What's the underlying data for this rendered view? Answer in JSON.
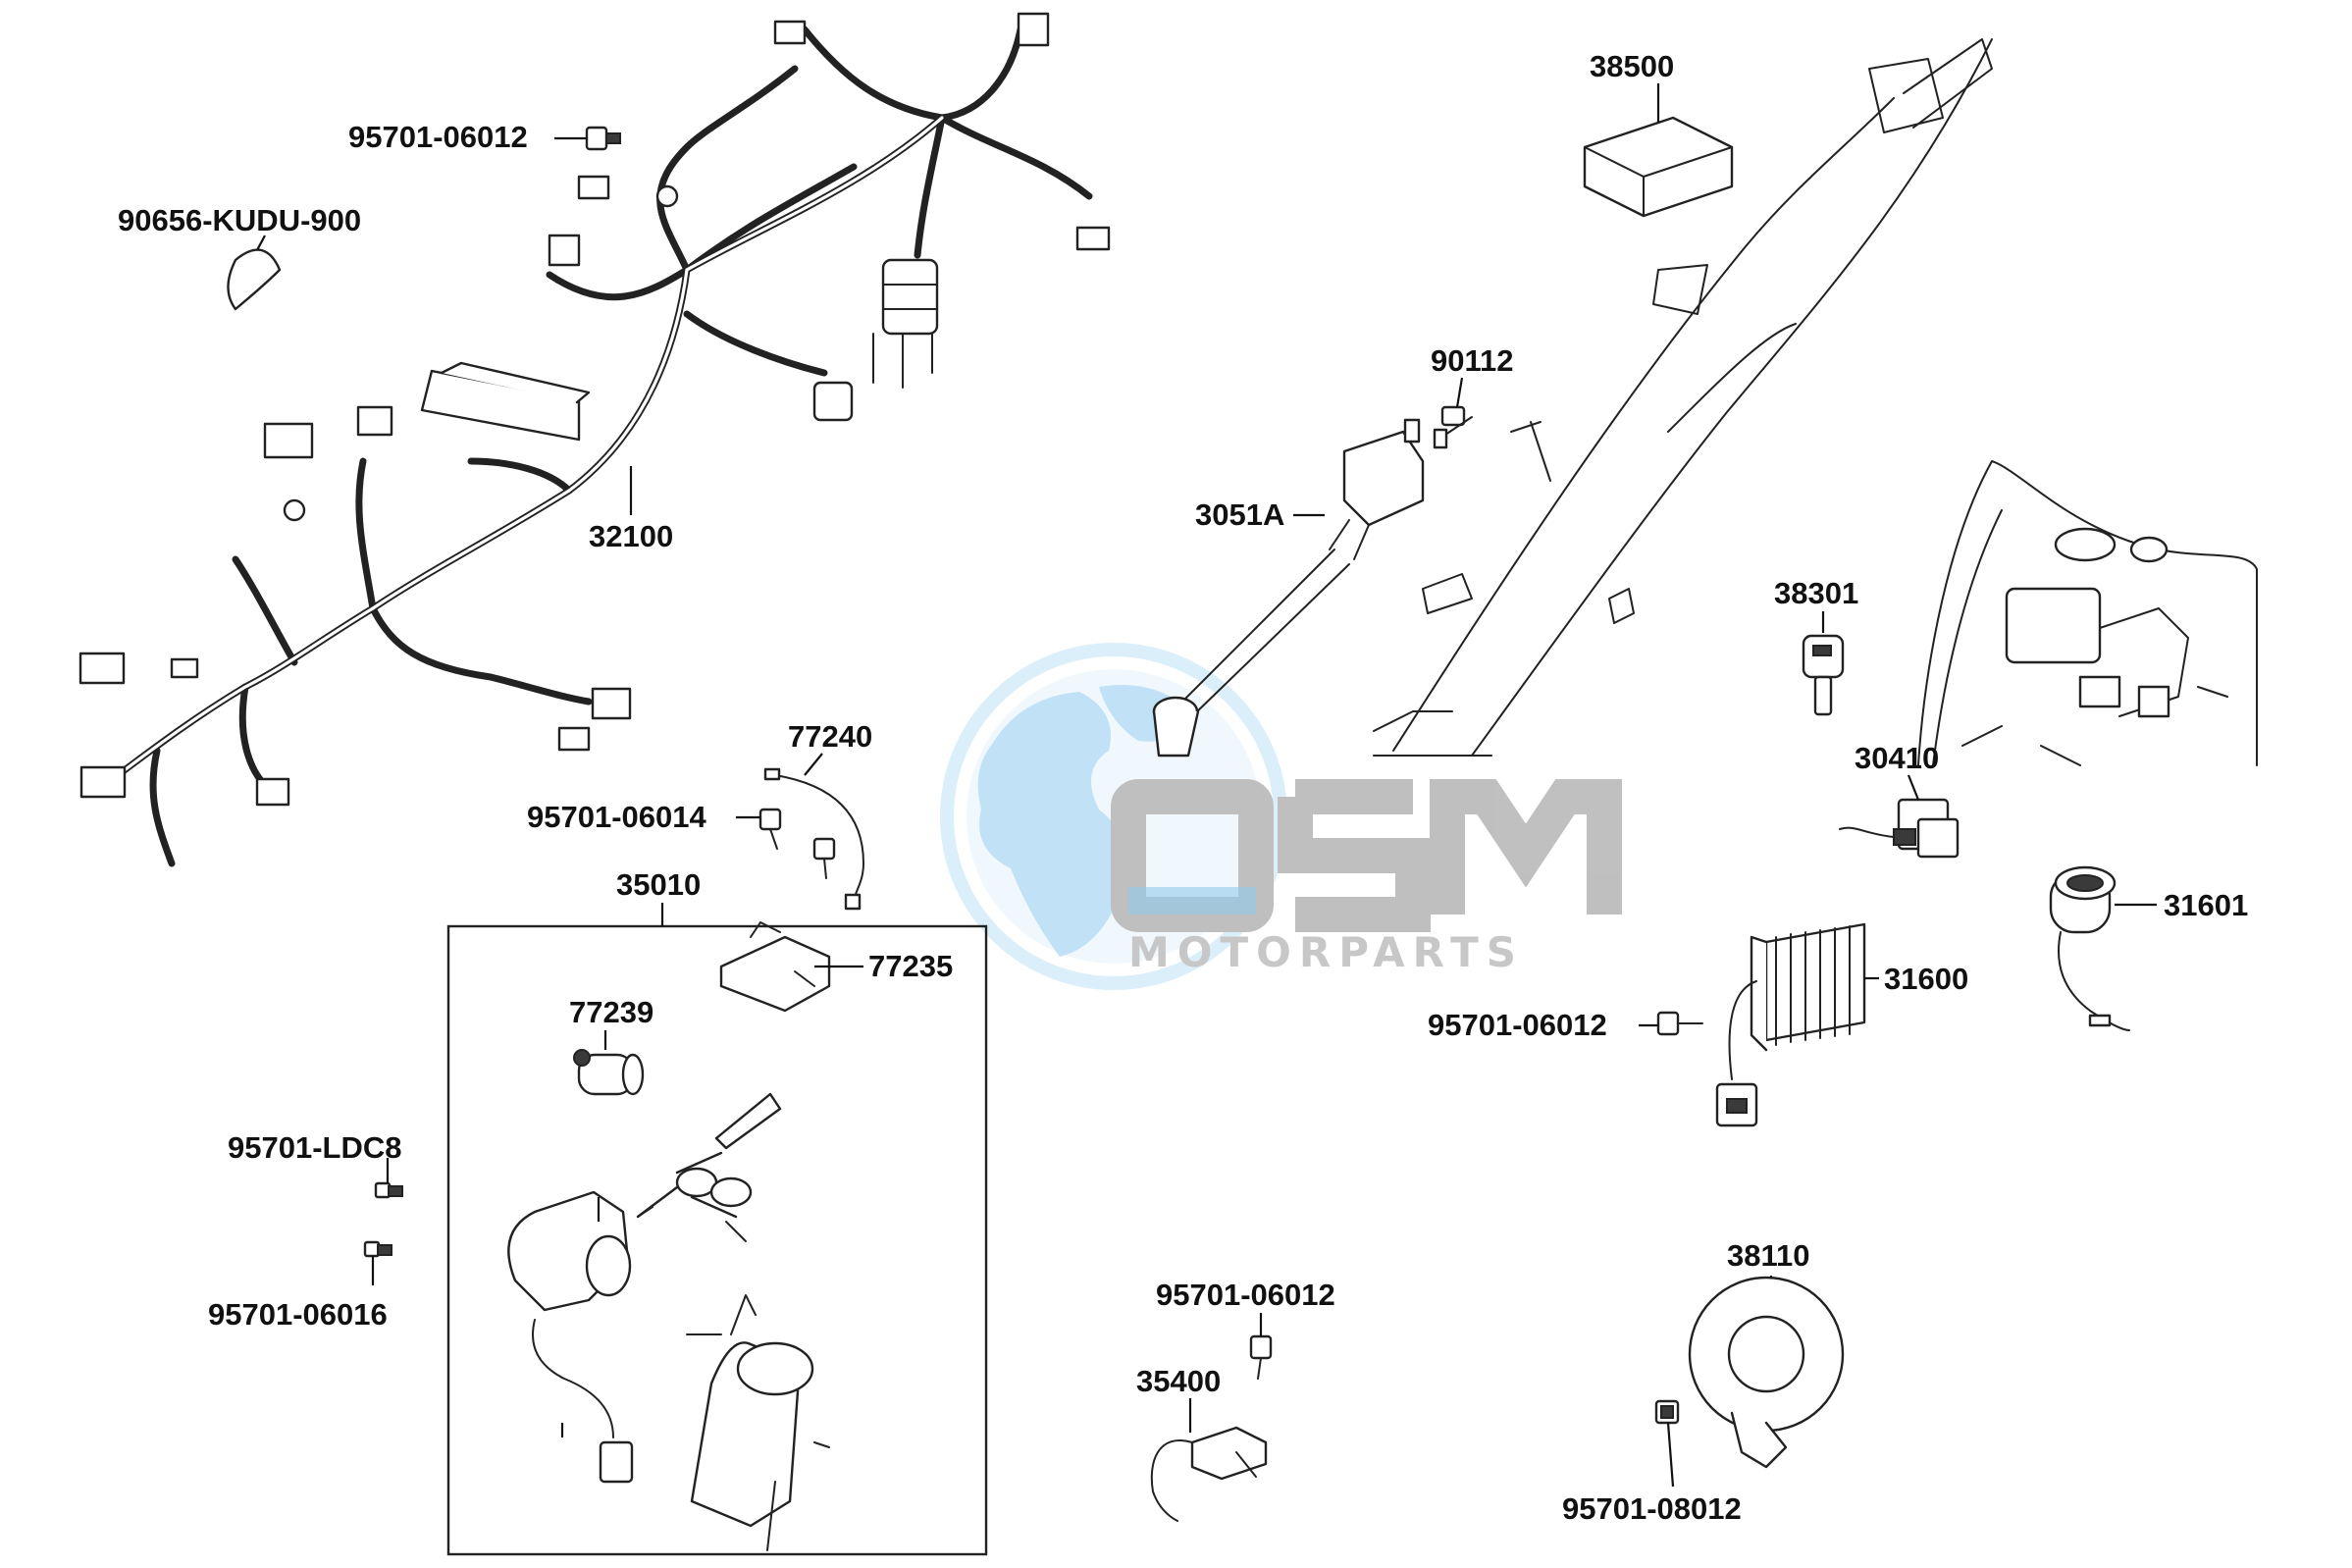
{
  "watermark": {
    "brand": "OSM",
    "tagline": "MOTORPARTS",
    "color_primary": "#3aa0e0",
    "color_light": "#b8def5",
    "color_text": "#9a9a9a"
  },
  "callouts": [
    {
      "id": "c95701-06012-a",
      "text": "95701-06012"
    },
    {
      "id": "c90656",
      "text": "90656-KUDU-900"
    },
    {
      "id": "c32100",
      "text": "32100"
    },
    {
      "id": "c77240",
      "text": "77240"
    },
    {
      "id": "c95701-06014",
      "text": "95701-06014"
    },
    {
      "id": "c35010",
      "text": "35010"
    },
    {
      "id": "c77235",
      "text": "77235"
    },
    {
      "id": "c77239",
      "text": "77239"
    },
    {
      "id": "c95701-ldc8",
      "text": "95701-LDC8"
    },
    {
      "id": "c95701-06016",
      "text": "95701-06016"
    },
    {
      "id": "c38500",
      "text": "38500"
    },
    {
      "id": "c90112",
      "text": "90112"
    },
    {
      "id": "c3051a",
      "text": "3051A"
    },
    {
      "id": "c38301",
      "text": "38301"
    },
    {
      "id": "c30410",
      "text": "30410"
    },
    {
      "id": "c31601",
      "text": "31601"
    },
    {
      "id": "c31600",
      "text": "31600"
    },
    {
      "id": "c95701-06012-b",
      "text": "95701-06012"
    },
    {
      "id": "c95701-06012-c",
      "text": "95701-06012"
    },
    {
      "id": "c35400",
      "text": "35400"
    },
    {
      "id": "c38110",
      "text": "38110"
    },
    {
      "id": "c95701-08012",
      "text": "95701-08012"
    }
  ]
}
